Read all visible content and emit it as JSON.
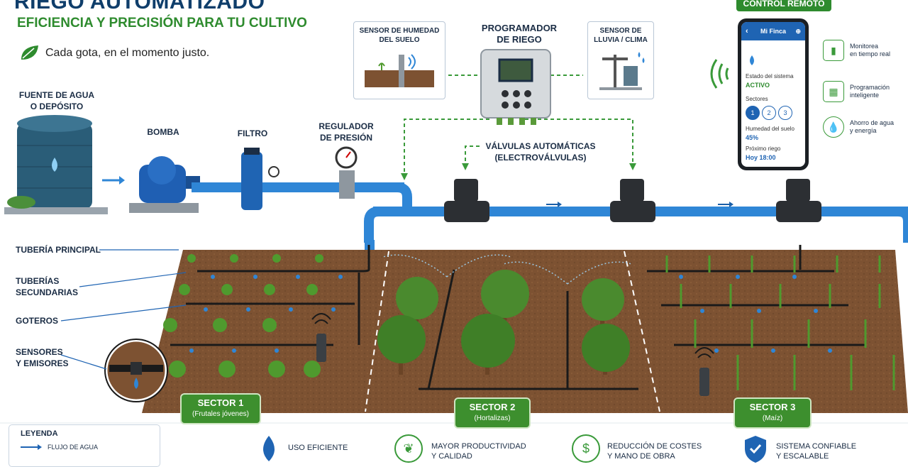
{
  "header": {
    "title": "RIEGO AUTOMATIZADO",
    "subtitle": "EFICIENCIA Y PRECISIÓN PARA TU CULTIVO",
    "tagline": "Cada gota, en el momento justo."
  },
  "components": {
    "water_source": "FUENTE DE AGUA\nO DEPÓSITO",
    "pump": "BOMBA",
    "filter": "FILTRO",
    "regulator": "REGULADOR\nDE PRESIÓN",
    "controller": "PROGRAMADOR\nDE RIEGO",
    "valves": "VÁLVULAS AUTOMÁTICAS\n(ELECTROVÁLVULAS)",
    "humidity_sensor": "SENSOR DE HUMEDAD\nDEL SUELO",
    "rain_sensor": "SENSOR DE\nLLUVIA / CLIMA"
  },
  "remote": {
    "badge": "CONTROL REMOTO",
    "app_title": "Mi Finca",
    "status_label": "Estado del sistema",
    "status_value": "ACTIVO",
    "sectors_label": "Sectores",
    "sectors": [
      "1",
      "2",
      "3"
    ],
    "humidity_label": "Humedad del suelo",
    "humidity_value": "45%",
    "next_label": "Próximo riego",
    "next_value": "Hoy 18:00"
  },
  "features": [
    {
      "icon": "bar-chart-icon",
      "text": "Monitorea\nen tiempo real"
    },
    {
      "icon": "calendar-icon",
      "text": "Programación\ninteligente"
    },
    {
      "icon": "water-drop-icon",
      "text": "Ahorro de agua\ny energía"
    }
  ],
  "side_labels": {
    "main_pipe": "TUBERÍA PRINCIPAL",
    "secondary": "TUBERÍAS\nSECUNDARIAS",
    "drippers": "GOTEROS",
    "sensors": "SENSORES\nY EMISORES"
  },
  "sectors": [
    {
      "name": "SECTOR 1",
      "crop": "(Frutales jóvenes)"
    },
    {
      "name": "SECTOR 2",
      "crop": "(Hortalizas)"
    },
    {
      "name": "SECTOR 3",
      "crop": "(Maíz)"
    }
  ],
  "legend": {
    "title": "LEYENDA",
    "flow": "FLUJO DE AGUA"
  },
  "benefits": [
    {
      "icon": "drop-icon",
      "text": "USO EFICIENTE"
    },
    {
      "icon": "plant-icon",
      "text": "MAYOR PRODUCTIVIDAD\nY CALIDAD"
    },
    {
      "icon": "dollar-icon",
      "text": "REDUCCIÓN DE COSTES\nY MANO DE OBRA"
    },
    {
      "icon": "shield-icon",
      "text": "SISTEMA CONFIABLE\nY ESCALABLE"
    }
  ],
  "colors": {
    "brand_blue": "#0f3e6b",
    "brand_green": "#2e8b2e",
    "pipe_blue": "#2f86d6",
    "soil": "#8a5a35"
  }
}
